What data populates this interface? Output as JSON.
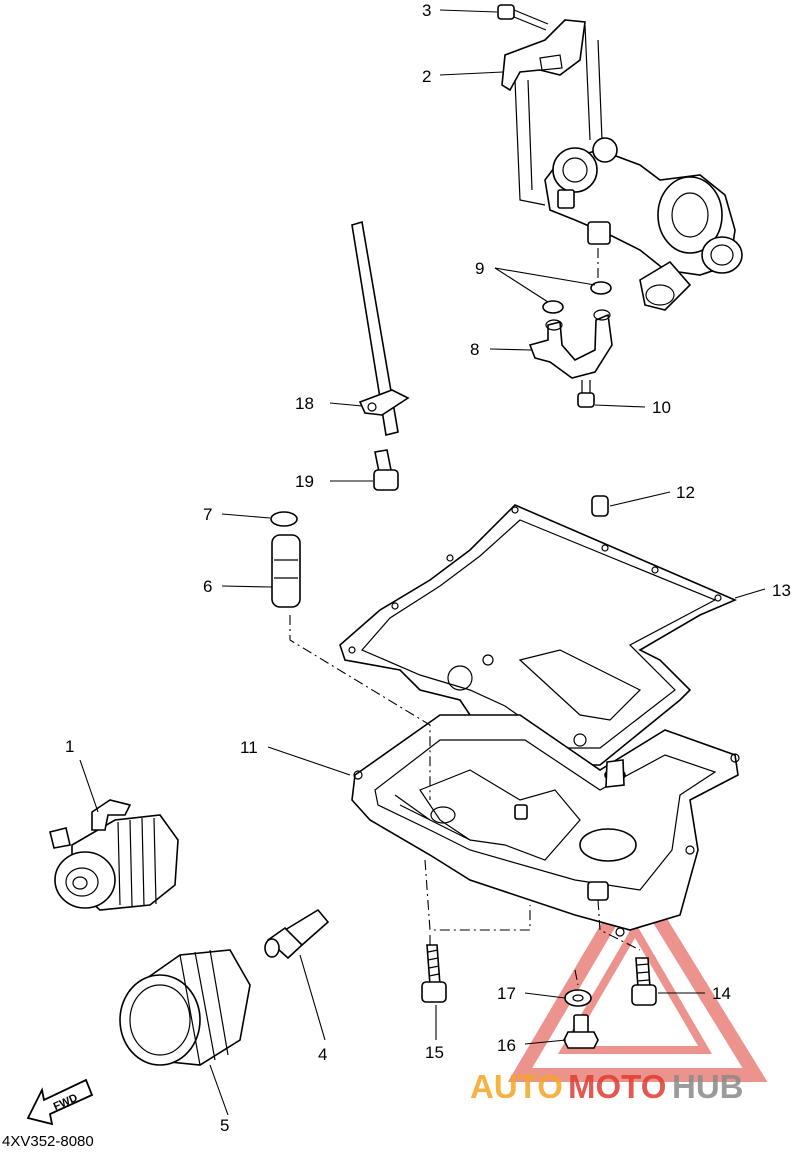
{
  "callouts": {
    "c1": "1",
    "c2": "2",
    "c3": "3",
    "c4": "4",
    "c5": "5",
    "c6": "6",
    "c7": "7",
    "c8": "8",
    "c9": "9",
    "c10": "10",
    "c11": "11",
    "c12": "12",
    "c13": "13",
    "c14": "14",
    "c15": "15",
    "c16": "16",
    "c17": "17",
    "c18": "18",
    "c19": "19"
  },
  "fwd_label": "FWD",
  "diagram_code": "4XV352-8080",
  "watermark": {
    "part1": "AUTO",
    "part2": "MOTO",
    "part3": "HUB",
    "color_orange": "#f5a623",
    "color_red": "#e03c31",
    "color_gray": "#8a8a8a"
  }
}
